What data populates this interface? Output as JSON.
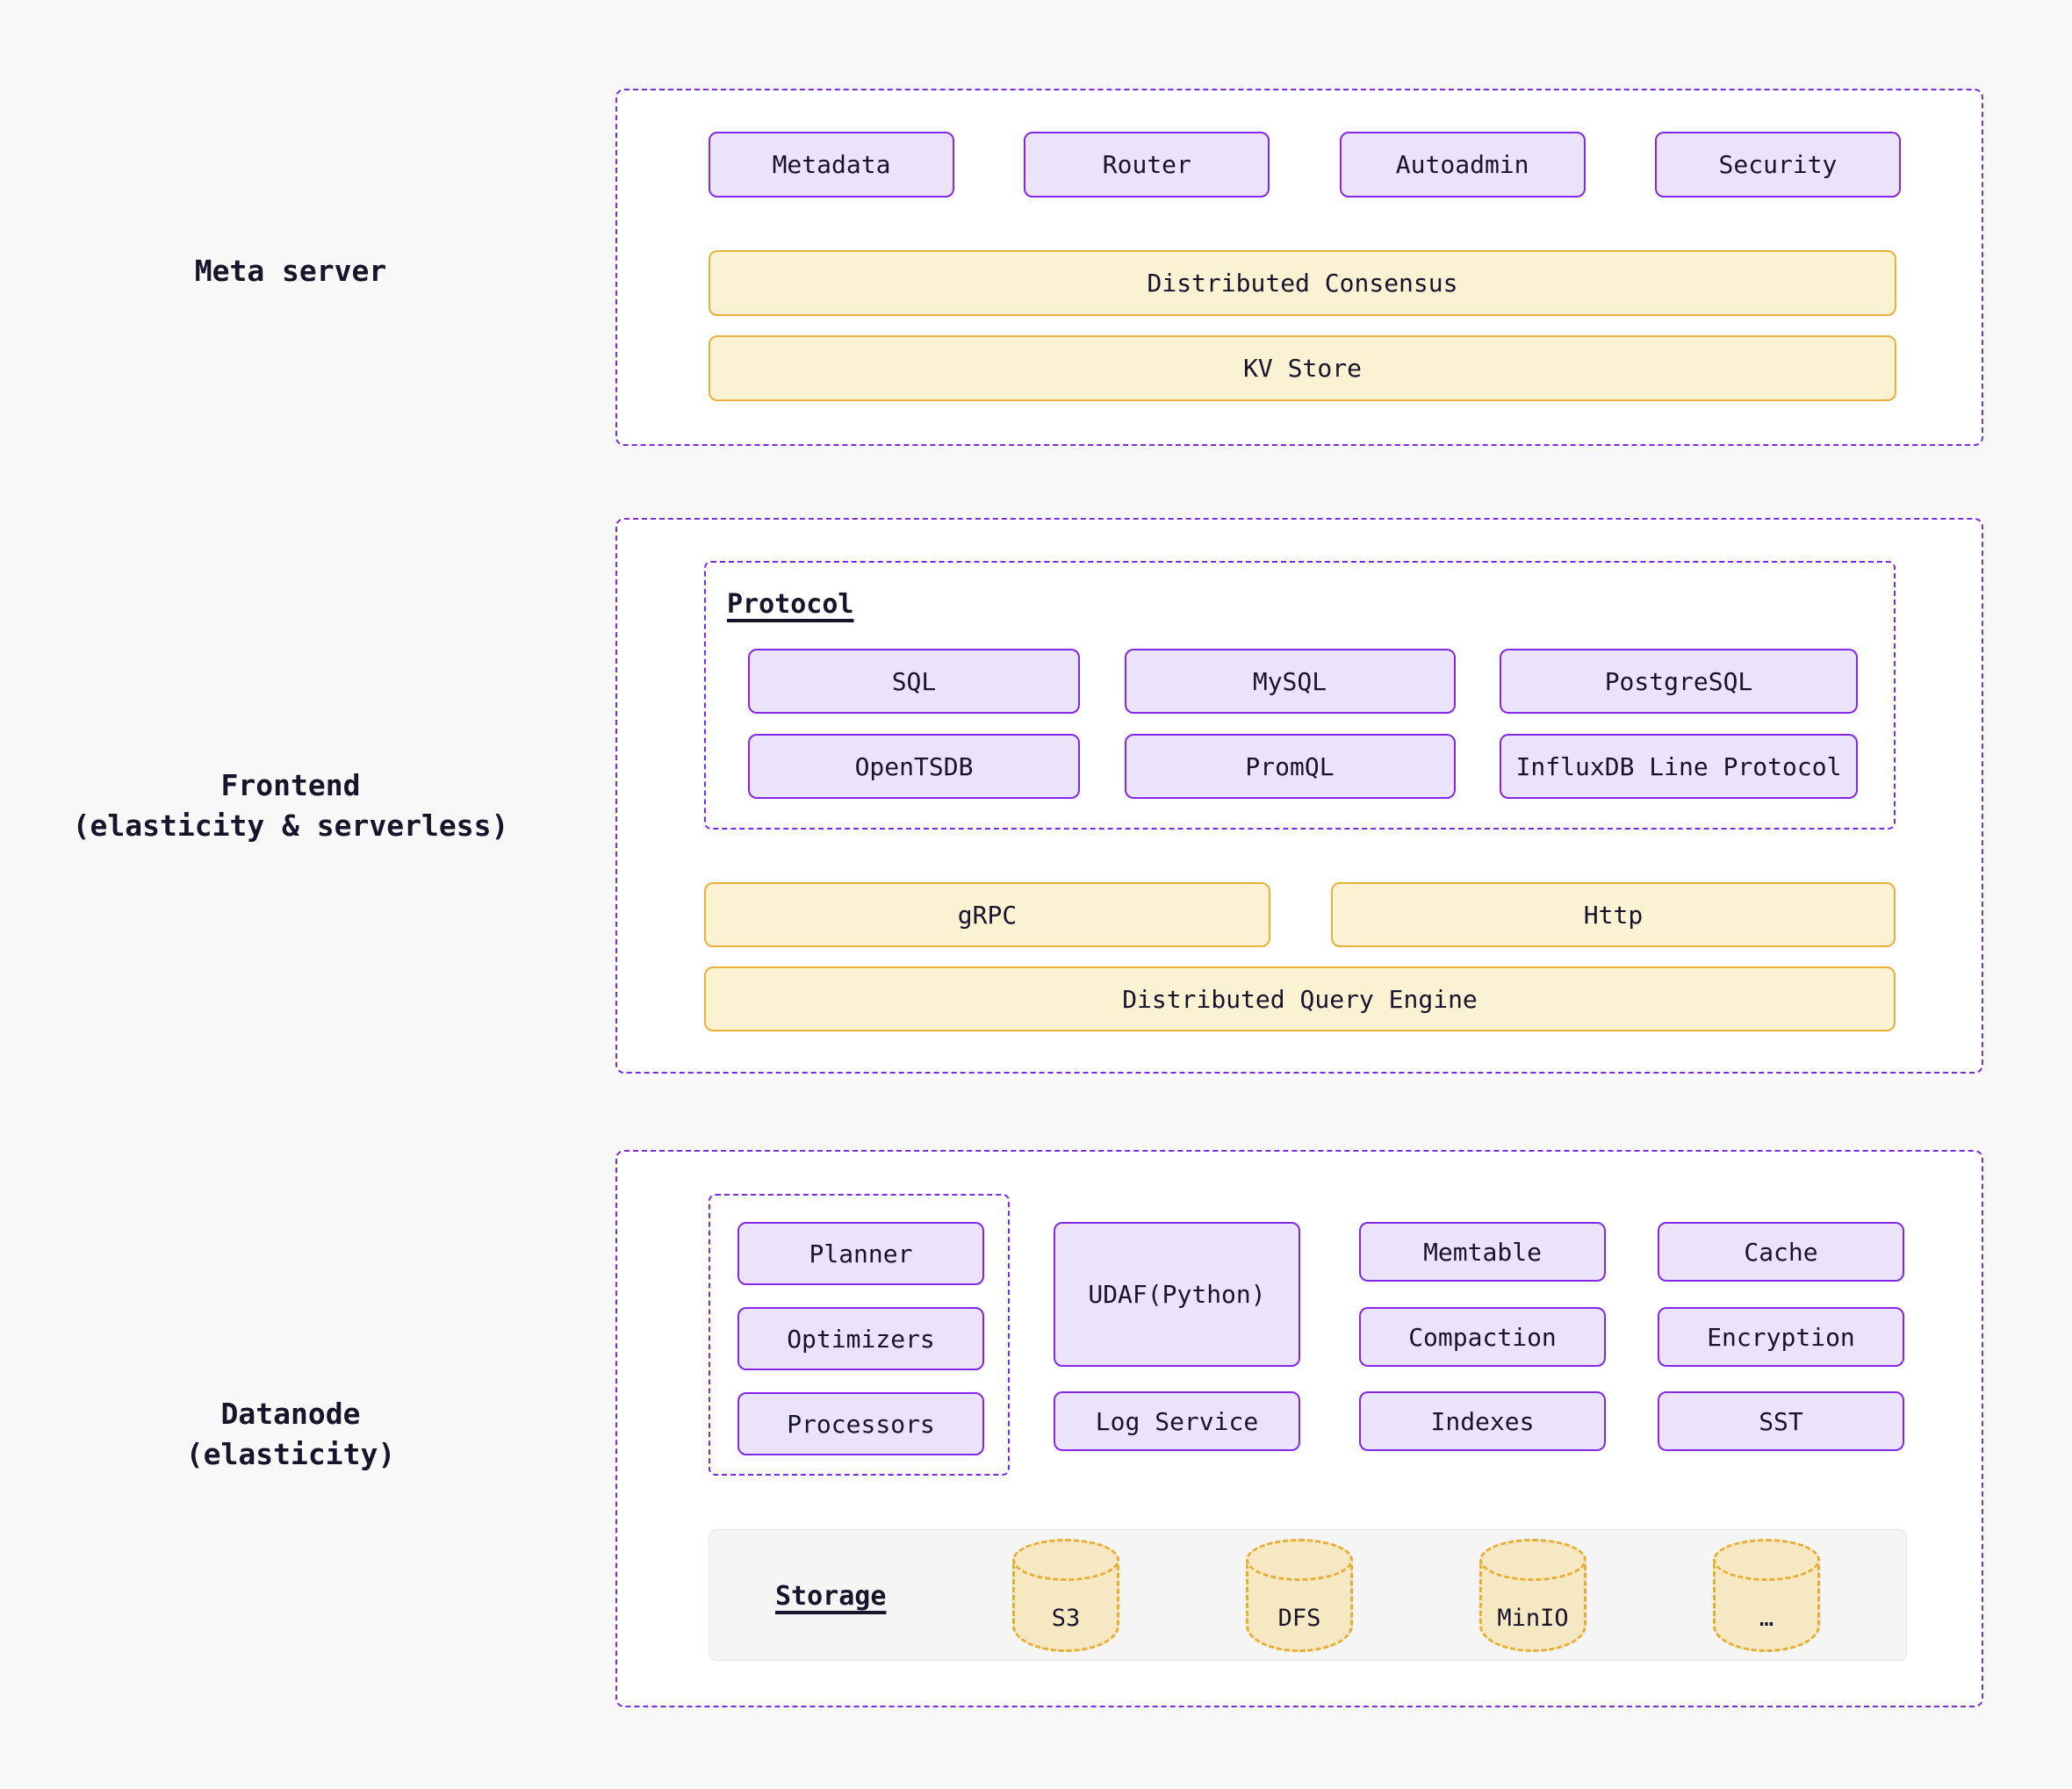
{
  "meta": {
    "label": "Meta server",
    "services": [
      "Metadata",
      "Router",
      "Autoadmin",
      "Security"
    ],
    "consensus": "Distributed Consensus",
    "kv_store": "KV Store"
  },
  "frontend": {
    "label_line1": "Frontend",
    "label_line2": "(elasticity & serverless)",
    "protocol_title": "Protocol",
    "protocols": [
      "SQL",
      "MySQL",
      "PostgreSQL",
      "OpenTSDB",
      "PromQL",
      "InfluxDB Line Protocol"
    ],
    "grpc": "gRPC",
    "http": "Http",
    "query_engine": "Distributed Query Engine"
  },
  "datanode": {
    "label_line1": "Datanode",
    "label_line2": "(elasticity)",
    "planning_stack": [
      "Planner",
      "Optimizers",
      "Processors"
    ],
    "udaf": "UDAF(Python)",
    "log_service": "Log Service",
    "engine_stack": [
      "Memtable",
      "Compaction",
      "Indexes"
    ],
    "storage_stack": [
      "Cache",
      "Encryption",
      "SST"
    ],
    "storage_title": "Storage",
    "storage_backends": [
      "S3",
      "DFS",
      "MinIO",
      "…"
    ]
  },
  "colors": {
    "page_bg": "#f8f8f8",
    "section_bg": "#ffffff",
    "dashed_purple": "#7d2ae8",
    "purple_fill": "#ebe3fa",
    "purple_border": "#8527e8",
    "yellow_fill": "#fbf1d3",
    "yellow_border": "#e9b13a",
    "storage_bg": "#f5f5f6",
    "storage_border": "#e4e4e7",
    "cyl_fill": "#f5e8c2",
    "cyl_border": "#e9ad33",
    "text": "#17142c"
  }
}
